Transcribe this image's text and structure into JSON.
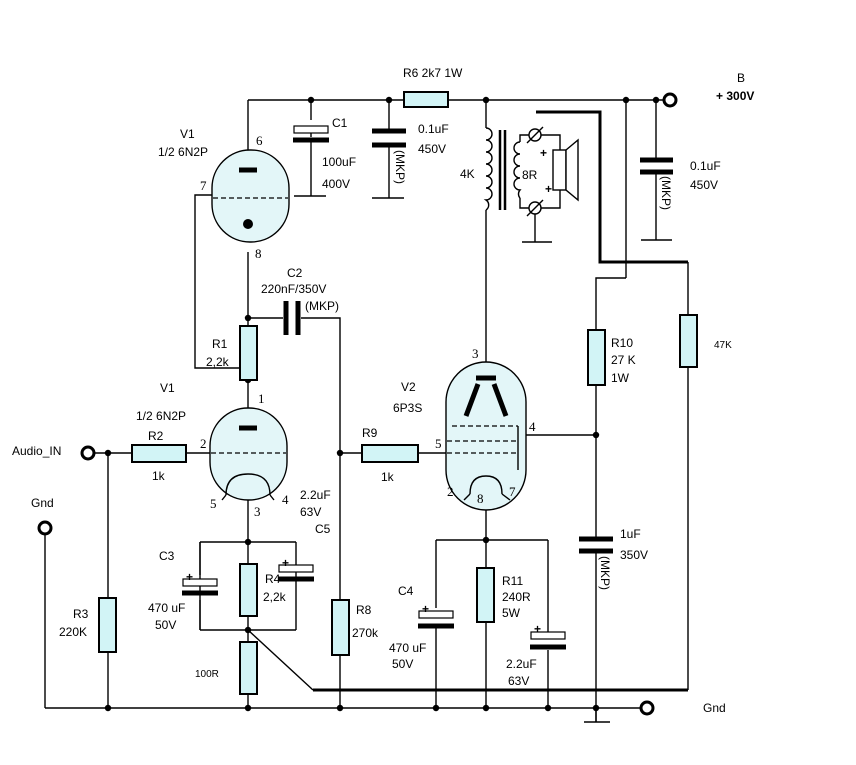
{
  "labels": {
    "r6": "R6  2k7  1W",
    "b_letter": "B",
    "b_voltage": "+ 300V",
    "v1_top": "V1",
    "v1_top_sub": "1/2  6N2P",
    "c1": "C1",
    "c1_val": "100uF",
    "c1_volt": "400V",
    "c_top": "0.1uF",
    "c_top_volt": "450V",
    "mkp": "(MKP)",
    "xfmr_primary": "4K",
    "xfmr_secondary": "8R",
    "c_right": "0.1uF",
    "c_right_volt": "450V",
    "c2": "C2",
    "c2_val": "220nF/350V",
    "c2_mkp": "(MKP)",
    "r1": "R1",
    "r1_val": "2,2k",
    "v1_bot": "V1",
    "v1_bot_sub": "1/2  6N2P",
    "r2": "R2",
    "r2_val": "1k",
    "audio_in": "Audio_IN",
    "gnd_left": "Gnd",
    "r3": "R3",
    "r3_val": "220K",
    "c3": "C3",
    "c3_val": "470 uF",
    "c3_volt": "50V",
    "r4": "R4",
    "r4_val": "2,2k",
    "c5_val": "2.2uF",
    "c5_volt": "63V",
    "c5": "C5",
    "r100": "100R",
    "r8": "R8",
    "r8_val": "270k",
    "r9": "R9",
    "r9_val": "1k",
    "v2": "V2",
    "v2_type": "6P3S",
    "c4": "C4",
    "c4_val": "470 uF",
    "c4_volt": "50V",
    "r11": "R11",
    "r11_val": "240R",
    "r11_pow": "5W",
    "c6_val": "2.2uF",
    "c6_volt": "63V",
    "r10": "R10",
    "r10_val": "27 K",
    "r10_pow": "1W",
    "r47k": "47K",
    "c7_val": "1uF",
    "c7_volt": "350V",
    "gnd_right": "Gnd"
  },
  "pins": {
    "v1a_6": "6",
    "v1a_7": "7",
    "v1a_8": "8",
    "v1b_1": "1",
    "v1b_2": "2",
    "v1b_3": "3",
    "v1b_4": "4",
    "v1b_5": "5",
    "v2_2": "2",
    "v2_3": "3",
    "v2_4": "4",
    "v2_5": "5",
    "v2_7": "7",
    "v2_8": "8"
  },
  "symbols": {
    "plus": "+"
  }
}
